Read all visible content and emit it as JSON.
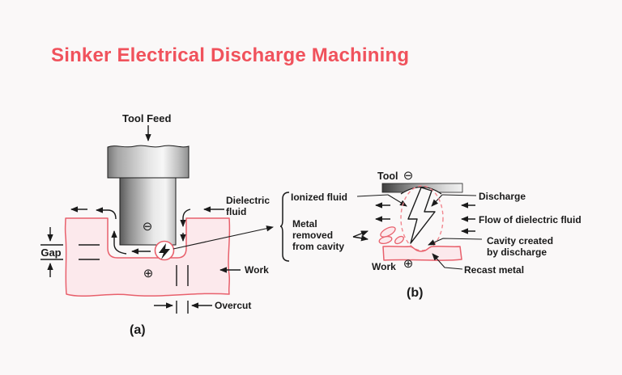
{
  "title": "Sinker Electrical Discharge Machining",
  "colors": {
    "bg": "#faf8f8",
    "ink": "#1a1a1a",
    "title": "#f0525c",
    "workFill": "#fce9ec",
    "workStroke": "#e8606c",
    "dash": "#f2868e"
  },
  "diagram_a": {
    "caption": "(a)",
    "labels": {
      "tool_feed": "Tool Feed",
      "dielectric_fluid": "Dielectric\nfluid",
      "gap": "Gap",
      "work": "Work",
      "overcut": "Overcut"
    },
    "symbols": {
      "tool_polarity": "⊖",
      "work_polarity": "⊕"
    }
  },
  "diagram_b": {
    "caption": "(b)",
    "labels": {
      "tool": "Tool",
      "ionized_fluid": "Ionized fluid",
      "metal_removed": "Metal\nremoved\nfrom cavity",
      "discharge": "Discharge",
      "flow": "Flow of dielectric fluid",
      "cavity_created": "Cavity created\nby discharge",
      "recast_metal": "Recast metal",
      "work": "Work"
    },
    "symbols": {
      "tool_polarity": "⊖",
      "work_polarity": "⊕"
    }
  },
  "icons": {
    "spark_a": "lightning-bolt",
    "discharge_b": "lightning-bolt"
  }
}
